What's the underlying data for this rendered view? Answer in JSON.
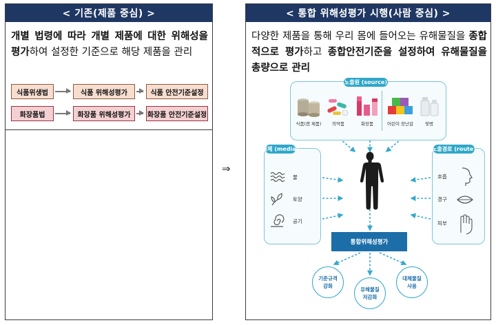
{
  "left_panel": {
    "title": "< 기존(제품 중심) >",
    "desc_bold1": "개별 법령에 따라 개별 제품에 대한 위해성을 평가",
    "desc_normal1": "하여 설정한 기준으로 해당 제품을 관리",
    "flows": [
      {
        "steps": [
          "식품위생법",
          "식품 위해성평가",
          "식품 안전기준설정"
        ]
      },
      {
        "steps": [
          "화장품법",
          "화장품 위해성평가",
          "화장품 안전기준설정"
        ]
      }
    ]
  },
  "transition_arrow": "⇒",
  "right_panel": {
    "title": "< 통합 위해성평가 시행(사람 중심) >",
    "desc_normal1": "다양한 제품을 통해 우리 몸에 들어오는 유해물질을 ",
    "desc_bold1": "종합적으로 평가",
    "desc_normal2": "하고 ",
    "desc_bold2": "종합안전기준을 설정하여 유해물질을 총량으로 관리",
    "diagram": {
      "source_title": "노출원 (source)",
      "sources": [
        "식품(캔 제품)",
        "의약품",
        "화장품",
        "어린이 장난감",
        "젖병"
      ],
      "media_title": "매체 (media)",
      "media": [
        "물",
        "토양",
        "공기"
      ],
      "route_title": "노출경로 (route)",
      "routes": [
        "호흡",
        "경구",
        "피부"
      ],
      "eval_label": "통합위해성평가",
      "outcomes": [
        {
          "line1": "기준규격",
          "line2": "강화"
        },
        {
          "line1": "유해물질",
          "line2": "저감화"
        },
        {
          "line1": "대체물질",
          "line2": "사용"
        }
      ]
    }
  },
  "colors": {
    "header_bg": "#1f3763",
    "diagram_accent": "#2fa7c9",
    "eval_bar": "#1c6ea8",
    "food_flow": "#f7ddd0",
    "cosmetic_flow": "#f3d0d2"
  }
}
